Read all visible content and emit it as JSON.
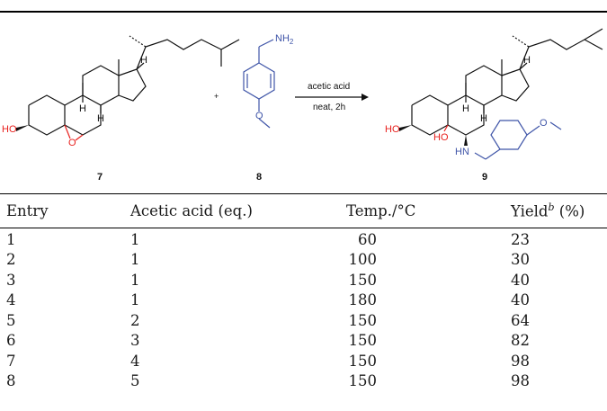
{
  "scheme": {
    "compound_labels": [
      "7",
      "8",
      "9"
    ],
    "reagent_line1": "acetic acid",
    "reagent_line2": "neat, 2h",
    "plus": "+",
    "atom_labels": {
      "HO": "HO",
      "O": "O",
      "NH2": "NH",
      "NH2_sub": "2",
      "H": "H",
      "HN": "HN"
    },
    "colors": {
      "heteroatom_red": "#e8201d",
      "amine_blue": "#3f55a8",
      "bond": "#111111"
    }
  },
  "table": {
    "headers": {
      "entry": "Entry",
      "acid": "Acetic acid (eq.)",
      "temp": "Temp./°C",
      "yield": "Yield",
      "yield_sup": "b",
      "yield_unit": " (%)"
    },
    "rows": [
      {
        "entry": "1",
        "acid": "1",
        "temp": "60",
        "yield": "23"
      },
      {
        "entry": "2",
        "acid": "1",
        "temp": "100",
        "yield": "30"
      },
      {
        "entry": "3",
        "acid": "1",
        "temp": "150",
        "yield": "40"
      },
      {
        "entry": "4",
        "acid": "1",
        "temp": "180",
        "yield": "40"
      },
      {
        "entry": "5",
        "acid": "2",
        "temp": "150",
        "yield": "64"
      },
      {
        "entry": "6",
        "acid": "3",
        "temp": "150",
        "yield": "82"
      },
      {
        "entry": "7",
        "acid": "4",
        "temp": "150",
        "yield": "98"
      },
      {
        "entry": "8",
        "acid": "5",
        "temp": "150",
        "yield": "98"
      }
    ]
  }
}
